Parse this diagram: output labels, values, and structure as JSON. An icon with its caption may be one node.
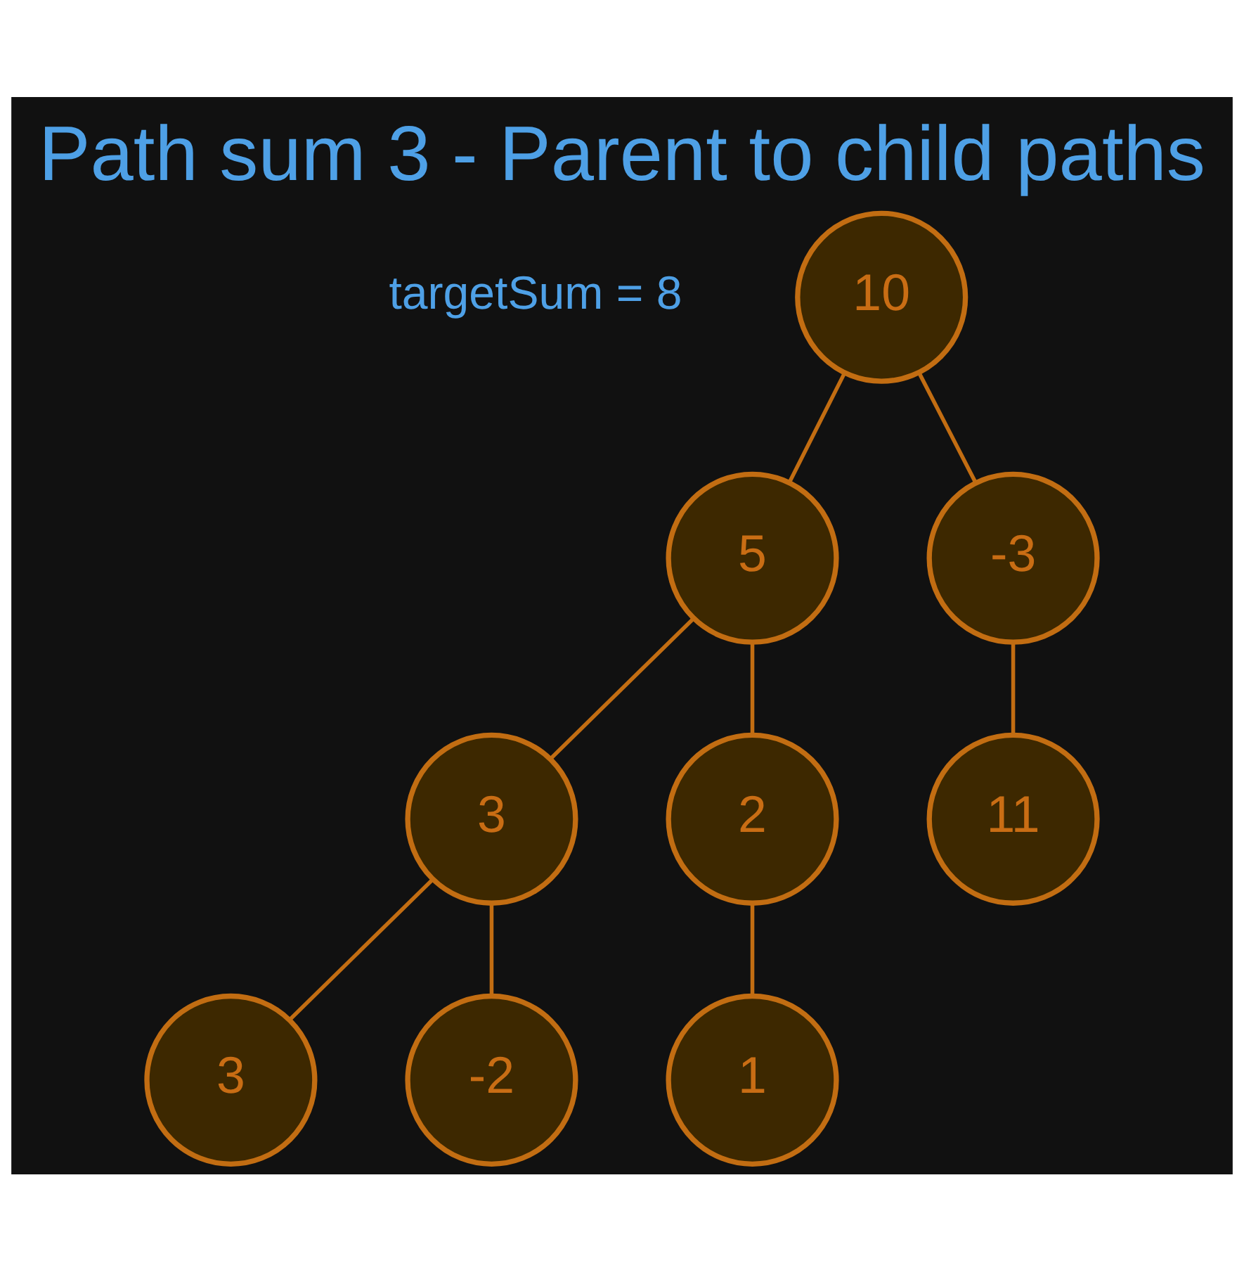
{
  "diagram": {
    "title": "Path sum 3 - Parent to child paths",
    "nodes": [
      {
        "text": [
          "10"
        ]
      },
      {
        "text": [
          "5"
        ]
      },
      {
        "text": [
          "-3"
        ]
      },
      {
        "text": [
          "3"
        ]
      },
      {
        "text": [
          "2"
        ]
      },
      {
        "text": [
          "11"
        ]
      },
      {
        "text": [
          "3"
        ]
      },
      {
        "text": [
          "-2"
        ]
      },
      {
        "text": [
          "1"
        ]
      }
    ],
    "edges": [
      {
        "from": 0,
        "to": 1,
        "arrow": "none"
      },
      {
        "from": 0,
        "to": 2,
        "arrow": "none"
      },
      {
        "from": 1,
        "to": 3,
        "arrow": "none"
      },
      {
        "from": 1,
        "to": 4,
        "arrow": "none"
      },
      {
        "from": 2,
        "to": 5,
        "arrow": "none"
      },
      {
        "from": 3,
        "to": 6,
        "arrow": "none"
      },
      {
        "from": 3,
        "to": 7,
        "arrow": "none"
      },
      {
        "from": 4,
        "to": 8,
        "arrow": "none"
      }
    ],
    "labels": [
      "targetSum = 8"
    ]
  }
}
